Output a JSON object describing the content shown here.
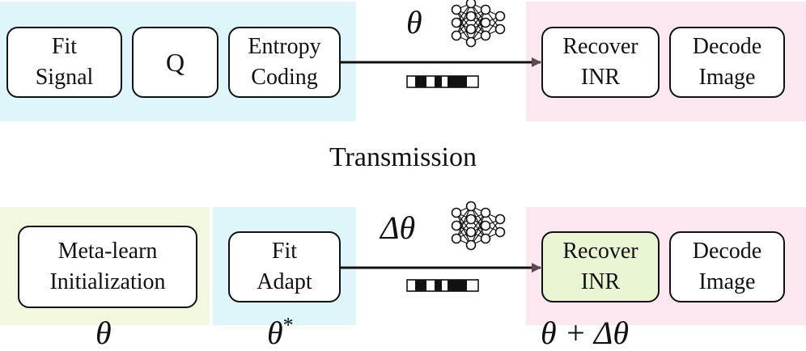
{
  "top_row": {
    "boxes": [
      {
        "line1": "Fit",
        "line2": "Signal"
      },
      {
        "line1": "Q",
        "line2": ""
      },
      {
        "line1": "Entropy",
        "line2": "Coding"
      },
      {
        "line1": "Recover",
        "line2": "INR"
      },
      {
        "line1": "Decode",
        "line2": "Image"
      }
    ],
    "arrow_symbol": "θ"
  },
  "middle_label": "Transmission",
  "bottom_row": {
    "boxes": [
      {
        "line1": "Meta-learn",
        "line2": "Initialization"
      },
      {
        "line1": "Fit",
        "line2": "Adapt"
      },
      {
        "line1": "Recover",
        "line2": "INR"
      },
      {
        "line1": "Decode",
        "line2": "Image"
      }
    ],
    "arrow_symbol": "Δθ",
    "caption_left": "θ",
    "caption_mid": "θ",
    "caption_mid_sup": "*",
    "caption_right": "θ + Δθ"
  },
  "colors": {
    "encoder_panel": "#dff7fb",
    "decoder_panel": "#fde8f1",
    "meta_panel": "#f1f8df",
    "highlight_box": "#eaf5d3"
  },
  "icons": [
    "neural-network-icon",
    "bitstream-icon"
  ]
}
